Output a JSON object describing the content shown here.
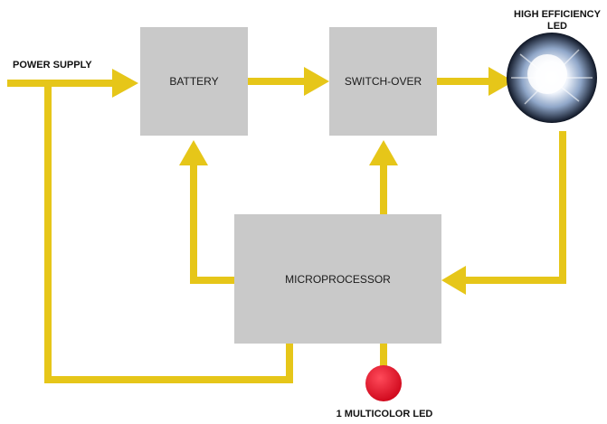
{
  "diagram": {
    "nodes": {
      "power_supply": "POWER SUPPLY",
      "battery": "BATTERY",
      "switch_over": "SWITCH-OVER",
      "high_efficiency_led": "HIGH EFFICIENCY LED",
      "microprocessor": "MICROPROCESSOR",
      "multicolor_led": "1 MULTICOLOR LED"
    },
    "colors": {
      "arrow": "#e6c619",
      "box": "#c9c9c9",
      "multicolor_led": "#e8162a",
      "high_efficiency_led_glow": "#dfe8f5"
    },
    "connections": [
      {
        "from": "power_supply",
        "to": "battery"
      },
      {
        "from": "power_supply",
        "to": "microprocessor"
      },
      {
        "from": "battery",
        "to": "switch_over"
      },
      {
        "from": "switch_over",
        "to": "high_efficiency_led"
      },
      {
        "from": "high_efficiency_led",
        "to": "microprocessor"
      },
      {
        "from": "microprocessor",
        "to": "battery"
      },
      {
        "from": "microprocessor",
        "to": "switch_over"
      },
      {
        "from": "microprocessor",
        "to": "multicolor_led"
      }
    ]
  }
}
